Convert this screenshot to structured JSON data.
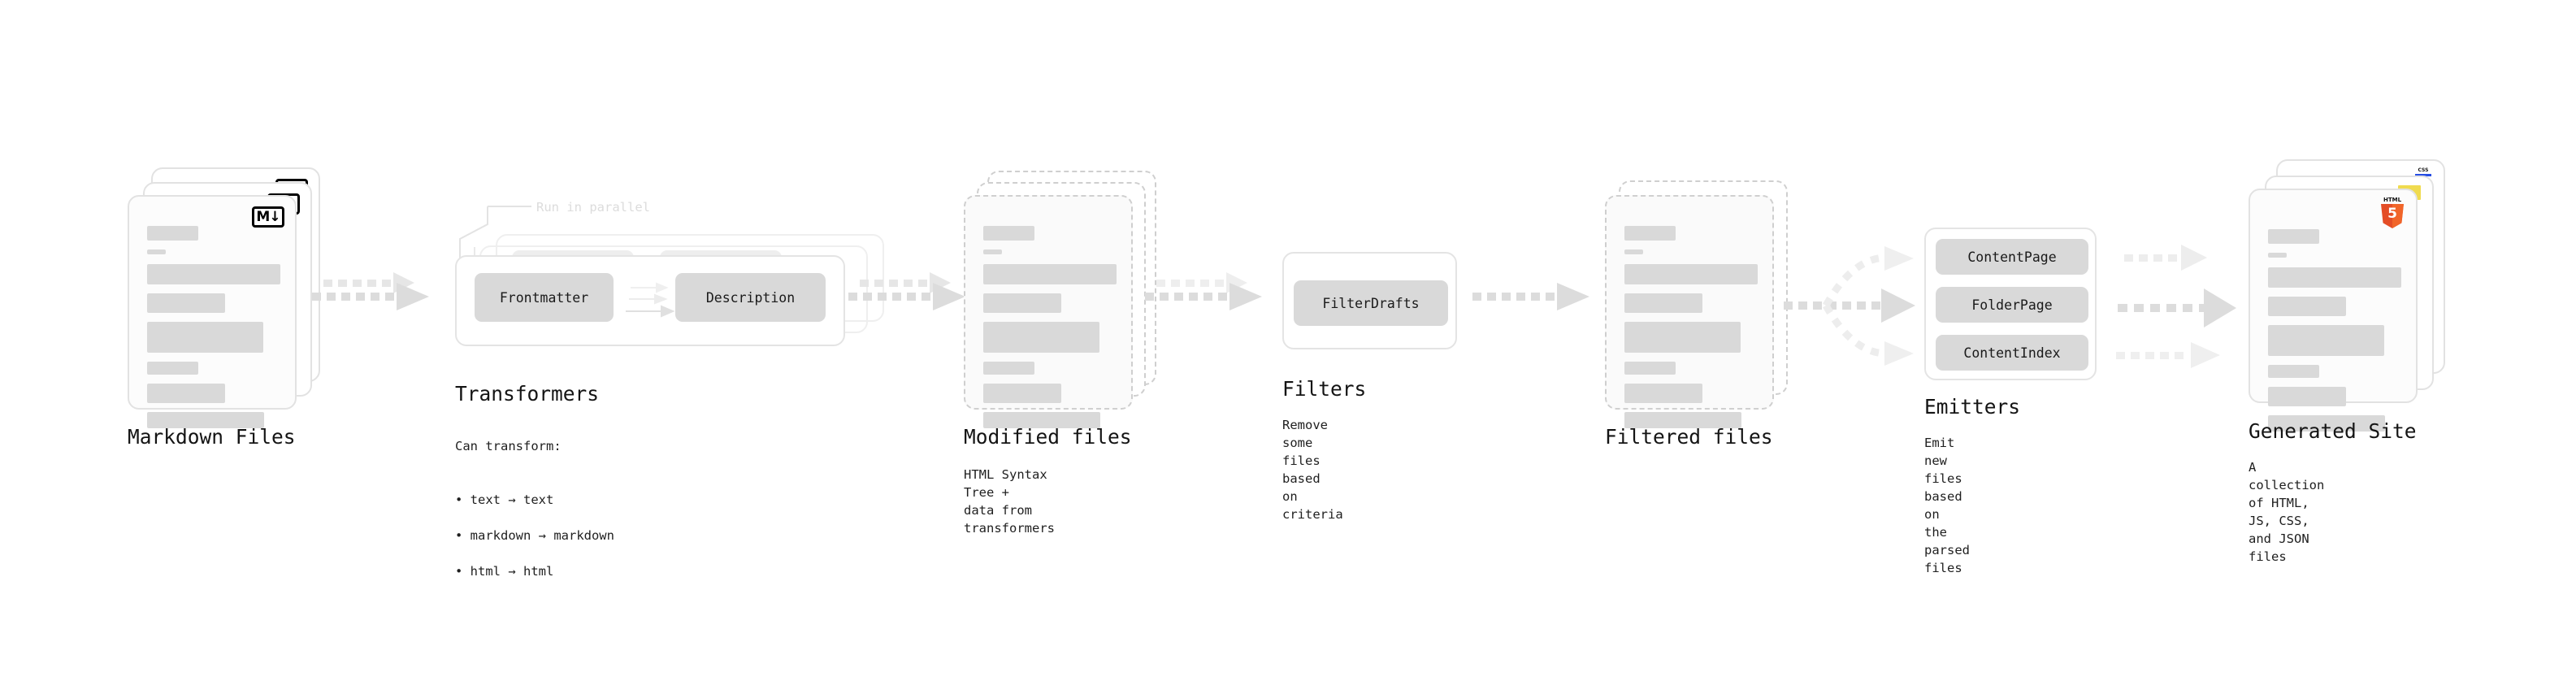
{
  "diagram": {
    "title_visible": false,
    "stages": [
      {
        "id": "markdown-files",
        "title": "Markdown Files",
        "subtitle": "",
        "badge": "M↓",
        "badge_icon": "markdown-badge-icon"
      },
      {
        "id": "transformers",
        "title": "Transformers",
        "subtitle_lead": "Can transform:",
        "subtitle_items": [
          "text → text",
          "markdown → markdown",
          "html → html"
        ],
        "parallel_note": "Run in parallel",
        "chips": [
          "Frontmatter",
          "Description"
        ]
      },
      {
        "id": "modified-files",
        "title": "Modified files",
        "subtitle": "HTML Syntax Tree +\ndata from transformers"
      },
      {
        "id": "filters",
        "title": "Filters",
        "subtitle": "Remove some files based\non criteria",
        "chips": [
          "FilterDrafts"
        ]
      },
      {
        "id": "filtered-files",
        "title": "Filtered files",
        "subtitle": ""
      },
      {
        "id": "emitters",
        "title": "Emitters",
        "subtitle": "Emit new files based on\nthe parsed files",
        "chips": [
          "ContentPage",
          "FolderPage",
          "ContentIndex"
        ]
      },
      {
        "id": "generated-site",
        "title": "Generated Site",
        "subtitle": "A collection of HTML,\nJS, CSS, and JSON files",
        "badges": [
          "html5-badge-icon",
          "js-badge-icon",
          "css-badge-icon"
        ],
        "badge_html5_word": "HTML",
        "badge_html5_num": "5",
        "badge_css_word": "CSS"
      }
    ],
    "colors": {
      "card_fill": "#fcfcfc",
      "card_border": "#e2e2e2",
      "bar_fill": "#d9d9d9",
      "chip_fill": "#d9d9d9",
      "arrow_fill": "#dcdcdc",
      "text": "#141414",
      "html5_orange": "#e44d26",
      "js_yellow": "#f0db4f",
      "css_blue": "#264de4",
      "background": "#ffffff"
    }
  }
}
